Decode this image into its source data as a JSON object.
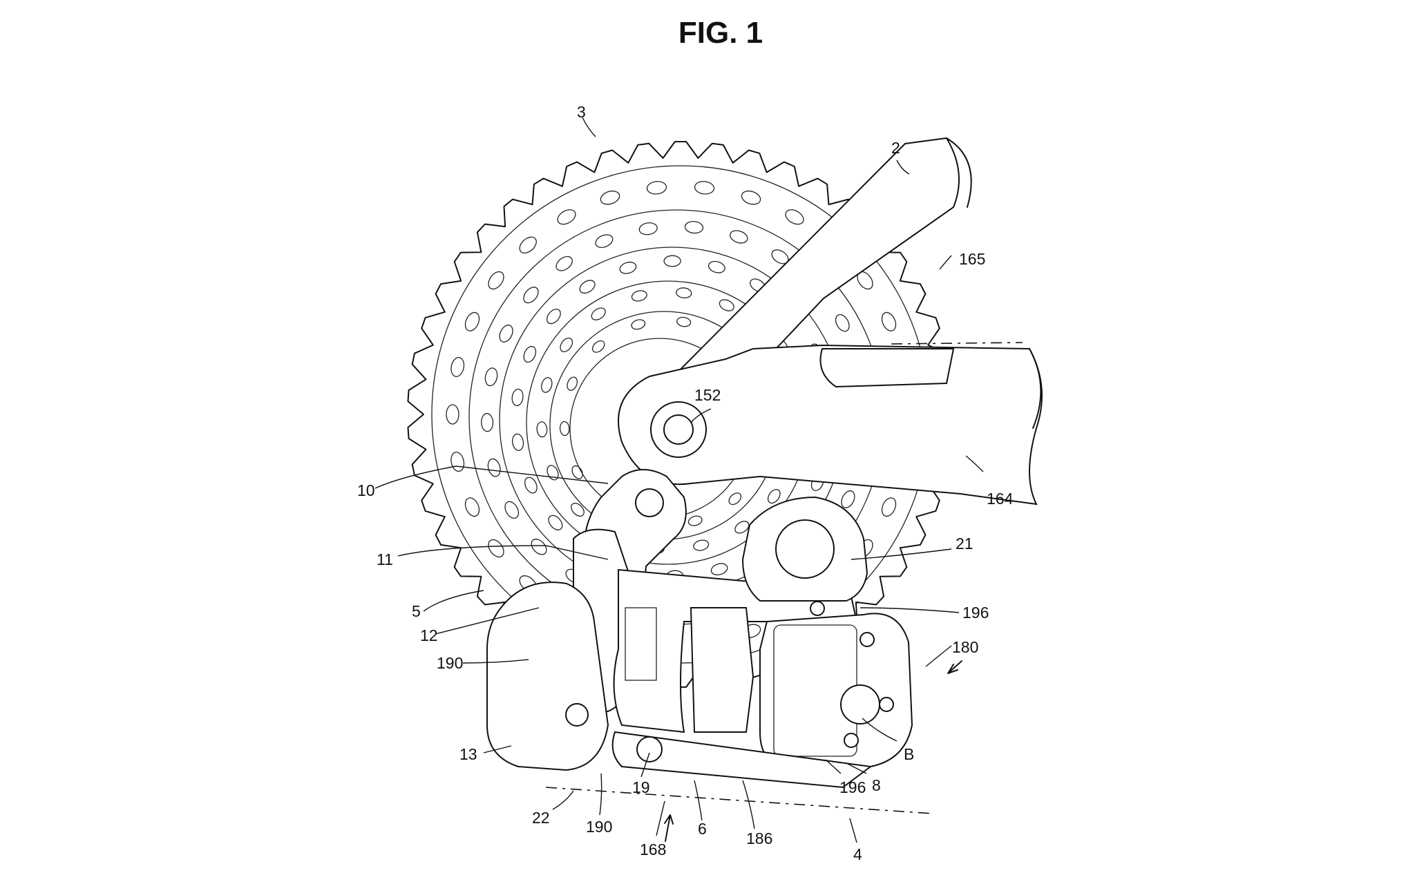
{
  "figure": {
    "title": "FIG. 1",
    "labels": {
      "n3": "3",
      "n2": "2",
      "n165": "165",
      "n152": "152",
      "n10": "10",
      "n164": "164",
      "n11": "11",
      "n21": "21",
      "n5": "5",
      "n196a": "196",
      "n12": "12",
      "n180": "180",
      "n190a": "190",
      "n13": "13",
      "nB": "B",
      "n19": "19",
      "n196b": "196",
      "n8": "8",
      "n22": "22",
      "n190b": "190",
      "n6": "6",
      "n186": "186",
      "n168": "168",
      "n4": "4"
    }
  }
}
